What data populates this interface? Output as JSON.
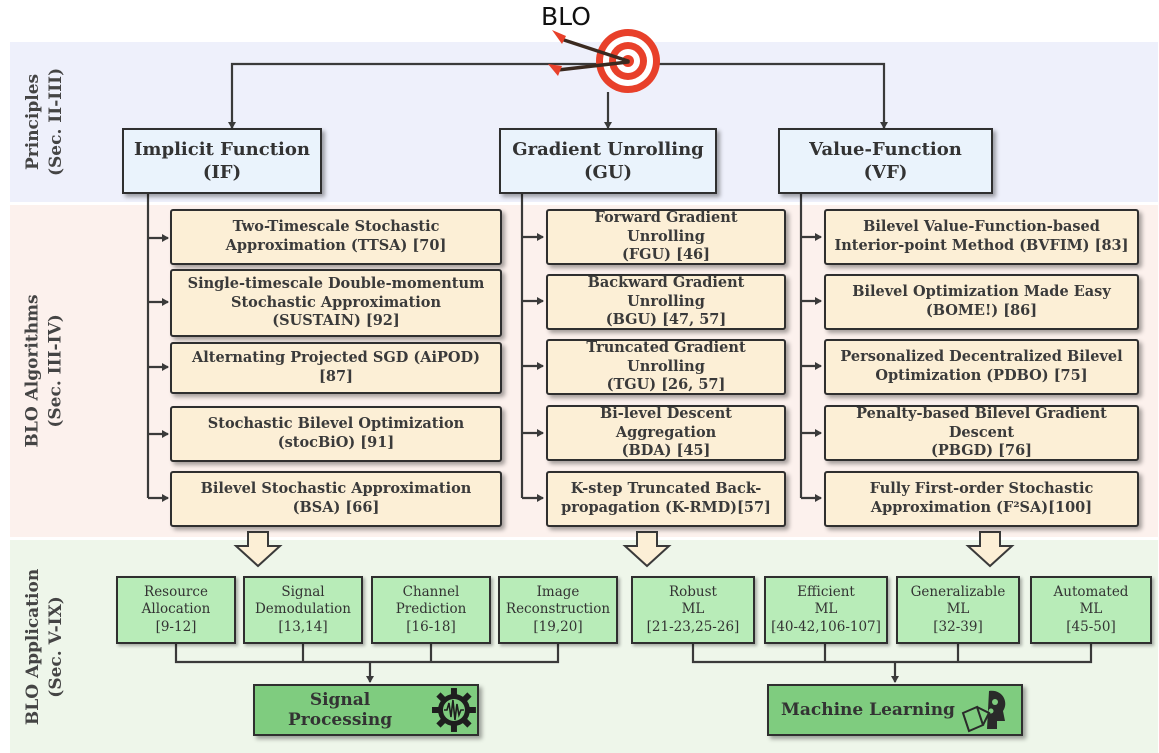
{
  "title": "BLO",
  "sections": {
    "principles": [
      "Principles",
      "(Sec. II-III)"
    ],
    "algorithms": [
      "BLO Algorithms",
      "(Sec. III-IV)"
    ],
    "application": [
      "BLO Application",
      "(Sec. V-IX)"
    ]
  },
  "principles": [
    {
      "name": "Implicit Function",
      "abbr": "(IF)"
    },
    {
      "name": "Gradient Unrolling",
      "abbr": "(GU)"
    },
    {
      "name": "Value-Function",
      "abbr": "(VF)"
    }
  ],
  "algorithms": {
    "if": [
      [
        "Two-Timescale Stochastic",
        "Approximation (TTSA) [70]"
      ],
      [
        "Single-timescale Double-momentum",
        "Stochastic Approximation",
        "(SUSTAIN) [92]"
      ],
      [
        "Alternating Projected SGD (AiPOD) [87]"
      ],
      [
        "Stochastic Bilevel Optimization",
        "(stocBiO) [91]"
      ],
      [
        "Bilevel Stochastic Approximation",
        "(BSA) [66]"
      ]
    ],
    "gu": [
      [
        "Forward Gradient Unrolling",
        "(FGU) [46]"
      ],
      [
        "Backward Gradient Unrolling",
        "(BGU) [47, 57]"
      ],
      [
        "Truncated Gradient Unrolling",
        "(TGU) [26, 57]"
      ],
      [
        "Bi-level Descent Aggregation",
        "(BDA) [45]"
      ],
      [
        "K-step Truncated Back-",
        "propagation (K-RMD)[57]"
      ]
    ],
    "vf": [
      [
        "Bilevel Value-Function-based",
        "Interior-point Method (BVFIM) [83]"
      ],
      [
        "Bilevel Optimization Made Easy",
        "(BOME!) [86]"
      ],
      [
        "Personalized Decentralized Bilevel",
        "Optimization (PDBO) [75]"
      ],
      [
        "Penalty-based Bilevel Gradient Descent",
        "(PBGD) [76]"
      ],
      [
        "Fully First-order Stochastic",
        "Approximation (F²SA)[100]"
      ]
    ]
  },
  "applications": {
    "signal": [
      [
        "Resource",
        "Allocation",
        "[9-12]"
      ],
      [
        "Signal",
        "Demodulation",
        "[13,14]"
      ],
      [
        "Channel",
        "Prediction",
        "[16-18]"
      ],
      [
        "Image",
        "Reconstruction",
        "[19,20]"
      ]
    ],
    "ml": [
      [
        "Robust",
        "ML",
        "[21-23,25-26]"
      ],
      [
        "Efficient",
        "ML",
        "[40-42,106-107]"
      ],
      [
        "Generalizable",
        "ML",
        "[32-39]"
      ],
      [
        "Automated",
        "ML",
        "[45-50]"
      ]
    ]
  },
  "outcomes": {
    "signal": "Signal Processing",
    "ml": "Machine Learning"
  },
  "icons": [
    "target-icon",
    "gear-waveform-icon",
    "brain-book-icon"
  ],
  "colors": {
    "principle_fill": "#eaf3fc",
    "algorithm_fill": "#fcefd6",
    "application_fill": "#b8ecb8",
    "outcome_fill": "#7fcc7f",
    "target_red": "#e8402a"
  }
}
